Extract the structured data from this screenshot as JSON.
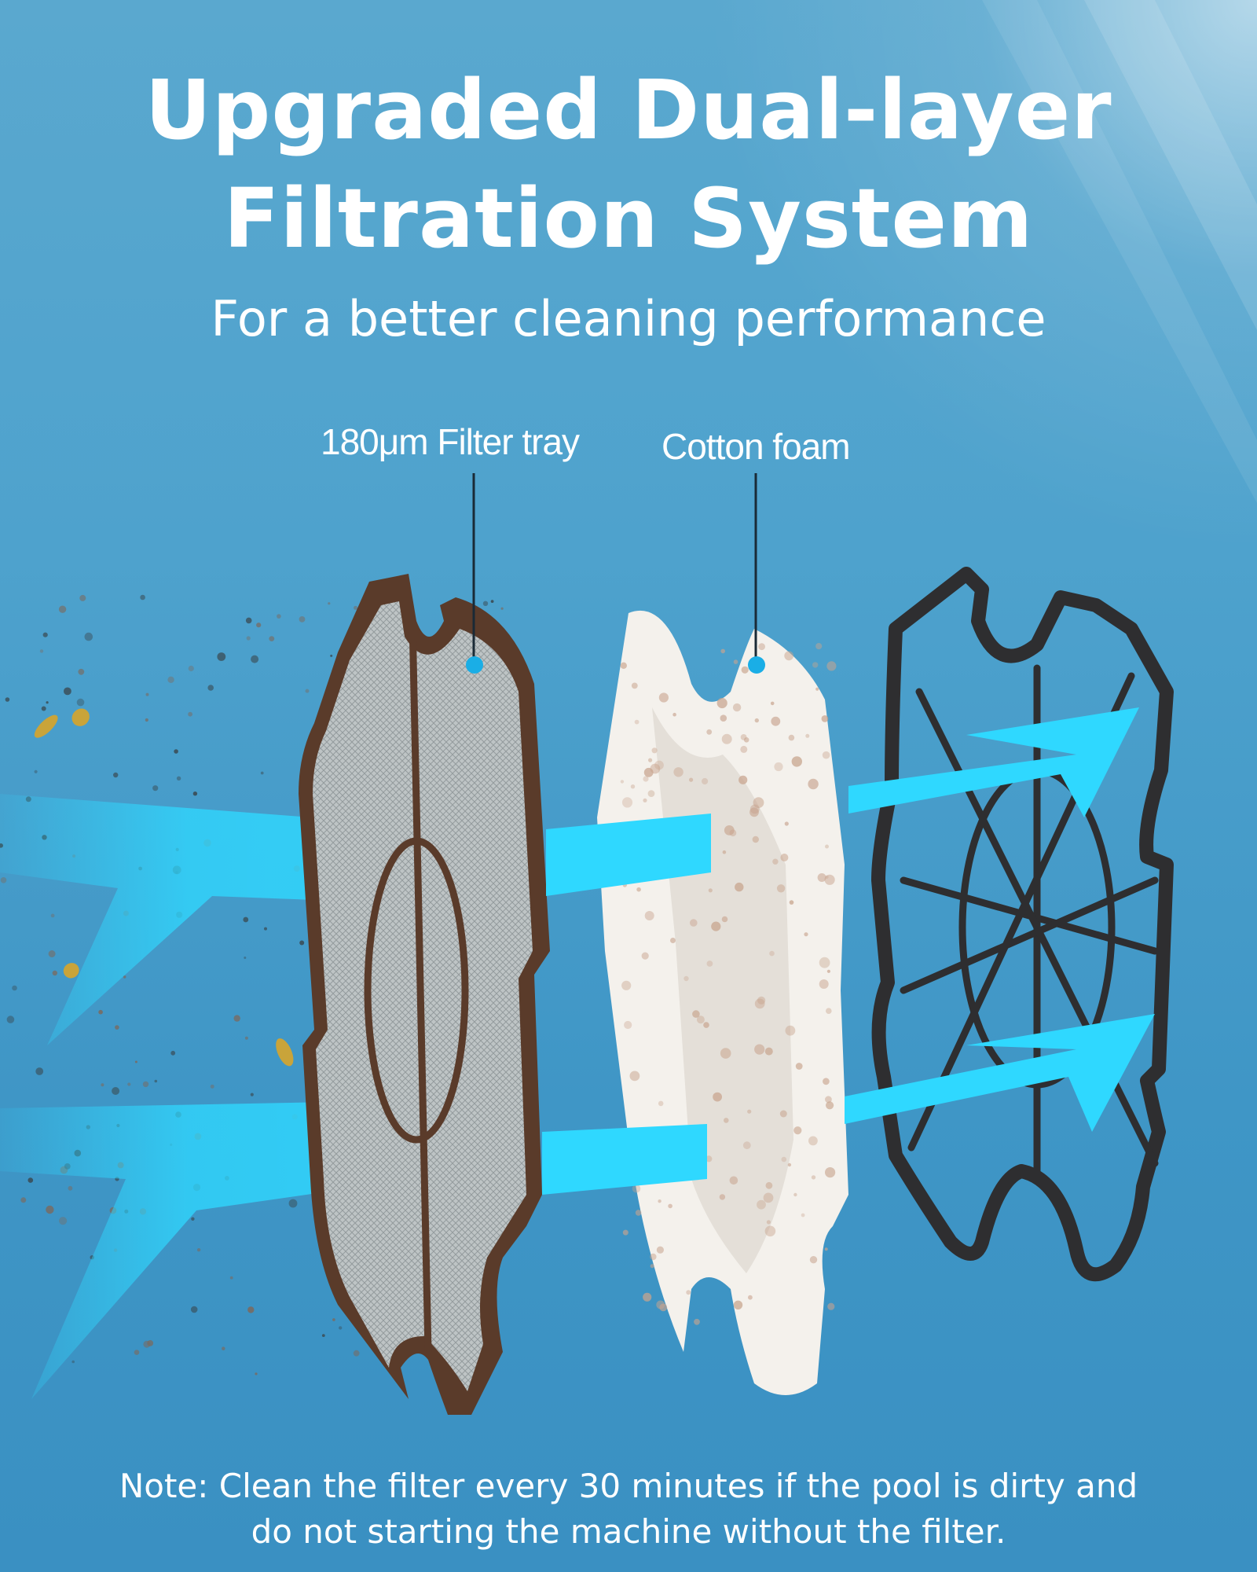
{
  "header": {
    "title_line1": "Upgraded Dual-layer",
    "title_line2": "Filtration System",
    "subtitle": "For a better cleaning performance"
  },
  "callouts": {
    "filter_tray": "180μm Filter tray",
    "cotton_foam": "Cotton foam"
  },
  "note": {
    "line1": "Note: Clean the filter every 30 minutes if the pool is dirty and",
    "line2": "do not starting the machine without the filter."
  },
  "colors": {
    "background": "#4ea2cd",
    "text": "#ffffff",
    "flow_arrow": "#2fd8ff",
    "callout_dot": "#1aaee6",
    "tray_frame": "#5a3b2a",
    "foam": "#f4f1ec",
    "cage": "#2e2e30"
  }
}
